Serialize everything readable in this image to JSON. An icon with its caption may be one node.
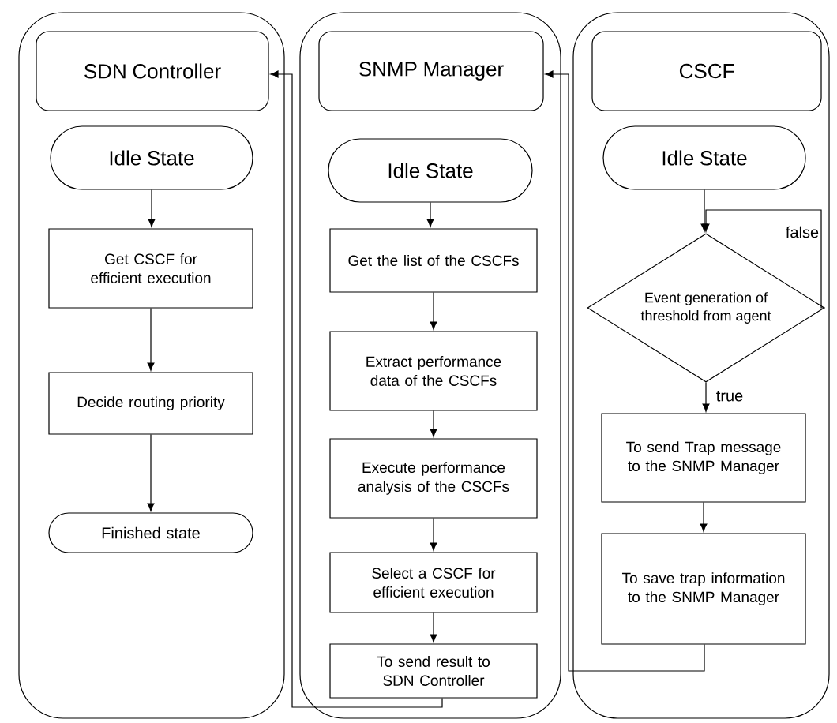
{
  "diagram": {
    "nodes": [
      {
        "text": [],
        "shape": "box"
      },
      {
        "text": [
          "SDN Controller"
        ],
        "in": 0
      },
      {
        "text": [
          "Idle State"
        ],
        "in": 0
      },
      {
        "text": [
          "Get CSCF for efficient execution"
        ],
        "in": 0
      },
      {
        "text": [
          "Decide routing priority"
        ],
        "in": 0
      },
      {
        "text": [
          "Finished state"
        ],
        "in": 0
      },
      {
        "text": [],
        "shape": "box"
      },
      {
        "text": [
          "SNMP Manager"
        ],
        "in": 6
      },
      {
        "text": [
          "Idle State"
        ],
        "in": 6
      },
      {
        "text": [
          "Get the list of the CSCFs"
        ],
        "in": 6
      },
      {
        "text": [
          "Extract performance data of the CSCFs"
        ],
        "in": 6
      },
      {
        "text": [
          "Execute performance analysis of the CSCFs"
        ],
        "in": 6
      },
      {
        "text": [
          "Select a CSCF for efficient execution"
        ],
        "in": 6
      },
      {
        "text": [
          "To send result to SDN Controller"
        ],
        "in": 6
      },
      {
        "text": [],
        "shape": "box"
      },
      {
        "text": [
          "CSCF"
        ],
        "in": 14
      },
      {
        "text": [
          "Idle State"
        ],
        "in": 14
      },
      {
        "text": [
          "Event generation of threshold from agent"
        ],
        "in": 14
      },
      {
        "text": [
          "To send Trap message to the SNMP Manager"
        ],
        "in": 14
      },
      {
        "text": [
          "To save trap information to the SNMP Manager"
        ],
        "in": 14
      }
    ],
    "edges": [
      {
        "from": 2,
        "to": 3,
        "arrow": "to"
      },
      {
        "from": 3,
        "to": 4,
        "arrow": "to"
      },
      {
        "from": 4,
        "to": 5,
        "arrow": "to"
      },
      {
        "from": 8,
        "to": 9,
        "arrow": "to"
      },
      {
        "from": 9,
        "to": 10,
        "arrow": "to"
      },
      {
        "from": 10,
        "to": 11,
        "arrow": "to"
      },
      {
        "from": 11,
        "to": 12,
        "arrow": "to"
      },
      {
        "from": 12,
        "to": 13,
        "arrow": "to"
      },
      {
        "from": 13,
        "to": 1,
        "arrow": "to"
      },
      {
        "from": 16,
        "to": 17,
        "arrow": "to"
      },
      {
        "from": 17,
        "to": 17,
        "arrow": "to",
        "label": "false"
      },
      {
        "from": 17,
        "to": 18,
        "arrow": "to",
        "label": "true"
      },
      {
        "from": 18,
        "to": 19,
        "arrow": "to"
      },
      {
        "from": 19,
        "to": 7,
        "arrow": "to"
      }
    ]
  }
}
